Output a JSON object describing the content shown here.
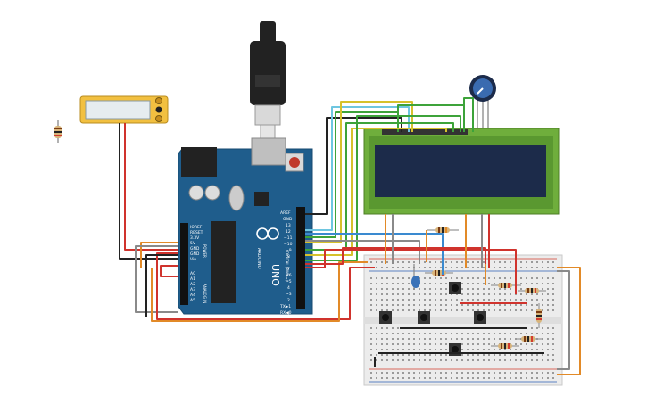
{
  "arduino": {
    "brand": "ARDUINO",
    "model": "UNO",
    "digital_label": "DIGITAL (PWM~)",
    "analog_label": "ANALOG IN",
    "power_label": "POWER",
    "header_right": [
      "AREF",
      "GND",
      "13",
      "12",
      "~11",
      "~10",
      "~9",
      "8",
      "7",
      "~6",
      "~5",
      "4",
      "~3",
      "2",
      "TX▶1",
      "RX◀0"
    ],
    "header_left": [
      "IOREF",
      "RESET",
      "3.3V",
      "5V",
      "GND",
      "GND",
      "Vin",
      "",
      "A0",
      "A1",
      "A2",
      "A3",
      "A4",
      "A5"
    ]
  },
  "colors": {
    "board": "#1f5d8c",
    "lcd_pcb": "#6fae3c",
    "lcd_screen": "#1c2b4a",
    "breadboard": "#ececec",
    "rail_red": "#d33b2e",
    "rail_blue": "#2d5fb4",
    "wire_red": "#d0332d",
    "wire_orange": "#e28a28",
    "wire_gray": "#8a8a8a",
    "wire_black": "#222222",
    "wire_green": "#3da33a",
    "wire_yellow": "#d6c12c",
    "wire_blue": "#3a8ad0",
    "wire_cyan": "#6ec6e0",
    "multimeter": "#f2c040"
  }
}
